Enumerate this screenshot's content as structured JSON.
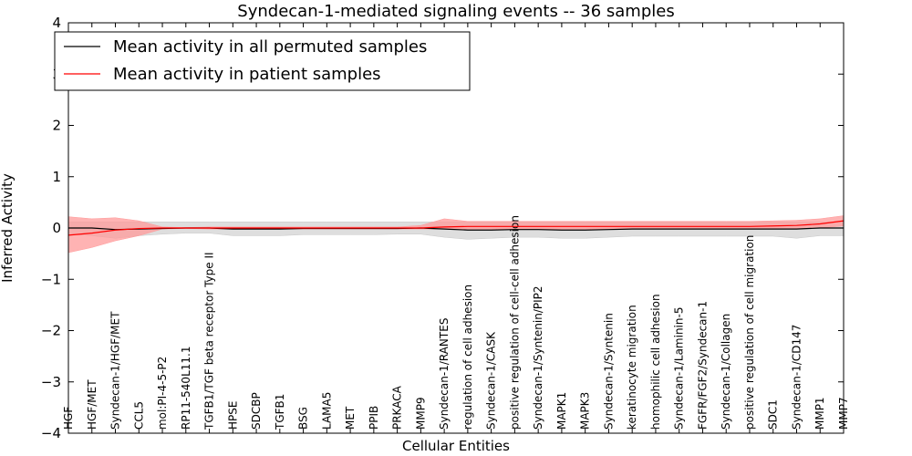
{
  "chart_data": {
    "type": "line",
    "title": "Syndecan-1-mediated signaling events -- 36 samples",
    "xlabel": "Cellular Entities",
    "ylabel": "Inferred Activity",
    "ylim": [
      -4,
      4
    ],
    "yticks": [
      -4,
      -3,
      -2,
      -1,
      0,
      1,
      2,
      3,
      4
    ],
    "ytick_labels": [
      "−4",
      "−3",
      "−2",
      "−1",
      "0",
      "1",
      "2",
      "3",
      "4"
    ],
    "grid": false,
    "legend_position": "top-left",
    "categories": [
      "HGF",
      "HGF/MET",
      "Syndecan-1/HGF/MET",
      "CCL5",
      "mol:PI-4-5-P2",
      "RP11-540L11.1",
      "TGFB1/TGF beta receptor Type II",
      "HPSE",
      "SDCBP",
      "TGFB1",
      "BSG",
      "LAMA5",
      "MET",
      "PPIB",
      "PRKACA",
      "MMP9",
      "Syndecan-1/RANTES",
      "regulation of cell adhesion",
      "Syndecan-1/CASK",
      "positive regulation of cell-cell adhesion",
      "Syndecan-1/Syntenin/PIP2",
      "MAPK1",
      "MAPK3",
      "Syndecan-1/Syntenin",
      "keratinocyte migration",
      "homophilic cell adhesion",
      "Syndecan-1/Laminin-5",
      "FGFR/FGF2/Syndecan-1",
      "Syndecan-1/Collagen",
      "positive regulation of cell migration",
      "SDC1",
      "Syndecan-1/CD147",
      "MMP1",
      "MMP7"
    ],
    "series": [
      {
        "name": "Mean activity in all permuted samples",
        "color": "#000000",
        "band_color": "#c8c8c8",
        "values": [
          0.0,
          0.0,
          -0.03,
          -0.02,
          -0.01,
          0.0,
          0.0,
          -0.02,
          -0.02,
          -0.02,
          -0.01,
          -0.01,
          -0.01,
          -0.01,
          -0.01,
          0.0,
          -0.02,
          -0.04,
          -0.04,
          -0.03,
          -0.03,
          -0.04,
          -0.04,
          -0.03,
          -0.02,
          -0.02,
          -0.02,
          -0.02,
          -0.02,
          -0.02,
          -0.02,
          -0.02,
          0.0,
          0.0
        ],
        "upper": [
          0.12,
          0.12,
          0.12,
          0.12,
          0.12,
          0.12,
          0.12,
          0.12,
          0.12,
          0.12,
          0.12,
          0.12,
          0.12,
          0.12,
          0.12,
          0.12,
          0.12,
          0.12,
          0.12,
          0.12,
          0.12,
          0.12,
          0.12,
          0.12,
          0.12,
          0.12,
          0.12,
          0.12,
          0.12,
          0.12,
          0.12,
          0.12,
          0.12,
          0.12
        ],
        "lower": [
          -0.12,
          -0.15,
          -0.2,
          -0.15,
          -0.12,
          -0.1,
          -0.1,
          -0.15,
          -0.15,
          -0.15,
          -0.13,
          -0.13,
          -0.13,
          -0.13,
          -0.12,
          -0.12,
          -0.18,
          -0.22,
          -0.2,
          -0.18,
          -0.18,
          -0.2,
          -0.2,
          -0.18,
          -0.16,
          -0.16,
          -0.16,
          -0.16,
          -0.16,
          -0.16,
          -0.16,
          -0.2,
          -0.15,
          -0.15
        ]
      },
      {
        "name": "Mean activity in patient samples",
        "color": "#ff0000",
        "band_color": "#ff9a9a",
        "values": [
          -0.14,
          -0.1,
          -0.04,
          -0.01,
          0.0,
          0.0,
          0.0,
          0.0,
          0.0,
          0.0,
          0.0,
          0.0,
          0.0,
          0.0,
          0.0,
          0.0,
          0.02,
          0.03,
          0.03,
          0.03,
          0.03,
          0.03,
          0.03,
          0.03,
          0.03,
          0.03,
          0.03,
          0.03,
          0.03,
          0.03,
          0.04,
          0.05,
          0.08,
          0.14
        ],
        "upper": [
          0.22,
          0.18,
          0.2,
          0.14,
          0.02,
          0.01,
          0.02,
          0.02,
          0.02,
          0.02,
          0.02,
          0.02,
          0.02,
          0.02,
          0.02,
          0.05,
          0.18,
          0.13,
          0.13,
          0.13,
          0.13,
          0.13,
          0.13,
          0.13,
          0.13,
          0.13,
          0.13,
          0.13,
          0.13,
          0.13,
          0.14,
          0.15,
          0.18,
          0.24
        ],
        "lower": [
          -0.48,
          -0.38,
          -0.25,
          -0.15,
          -0.02,
          -0.01,
          -0.02,
          -0.02,
          -0.02,
          -0.02,
          -0.02,
          -0.02,
          -0.02,
          -0.02,
          -0.02,
          -0.02,
          -0.02,
          -0.02,
          -0.02,
          -0.02,
          -0.02,
          -0.02,
          -0.02,
          -0.02,
          -0.02,
          -0.02,
          -0.02,
          -0.02,
          -0.02,
          -0.02,
          -0.02,
          -0.01,
          0.0,
          0.04
        ]
      }
    ]
  }
}
